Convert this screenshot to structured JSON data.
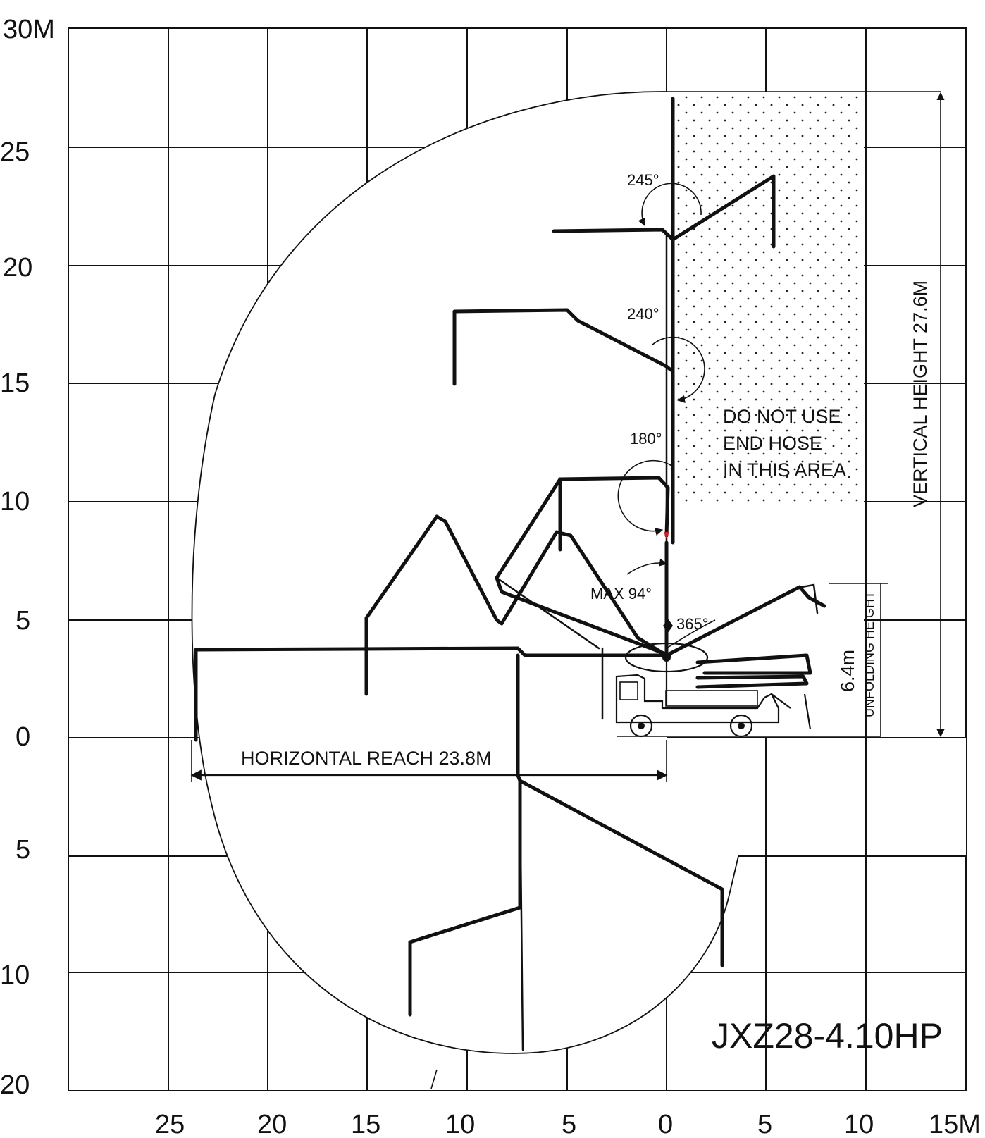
{
  "model": "JXZ28-4.10HP",
  "y_axis_labels": [
    "30M",
    "25",
    "20",
    "15",
    "10",
    "5",
    "0",
    "5",
    "10",
    "20"
  ],
  "x_axis_labels": [
    "25",
    "20",
    "15",
    "10",
    "5",
    "0",
    "5",
    "10",
    "15M"
  ],
  "annotations": {
    "vertical_height": "VERTICAL HEIGHT 27.6M",
    "horizontal_reach": "HORIZONTAL REACH 23.8M",
    "unfolding_height_value": "6.4m",
    "unfolding_height_label": "UNFOLDING HEIGHT",
    "no_hose_line1": "DO NOT USE",
    "no_hose_line2": "END HOSE",
    "no_hose_line3": "IN THIS AREA"
  },
  "angles": {
    "a245": "245°",
    "a240": "240°",
    "a180": "180°",
    "max94": "MAX 94°",
    "a365": "365°"
  },
  "specs": {
    "vertical_height_m": 27.6,
    "horizontal_reach_m": 23.8,
    "unfolding_height_m": 6.4
  }
}
